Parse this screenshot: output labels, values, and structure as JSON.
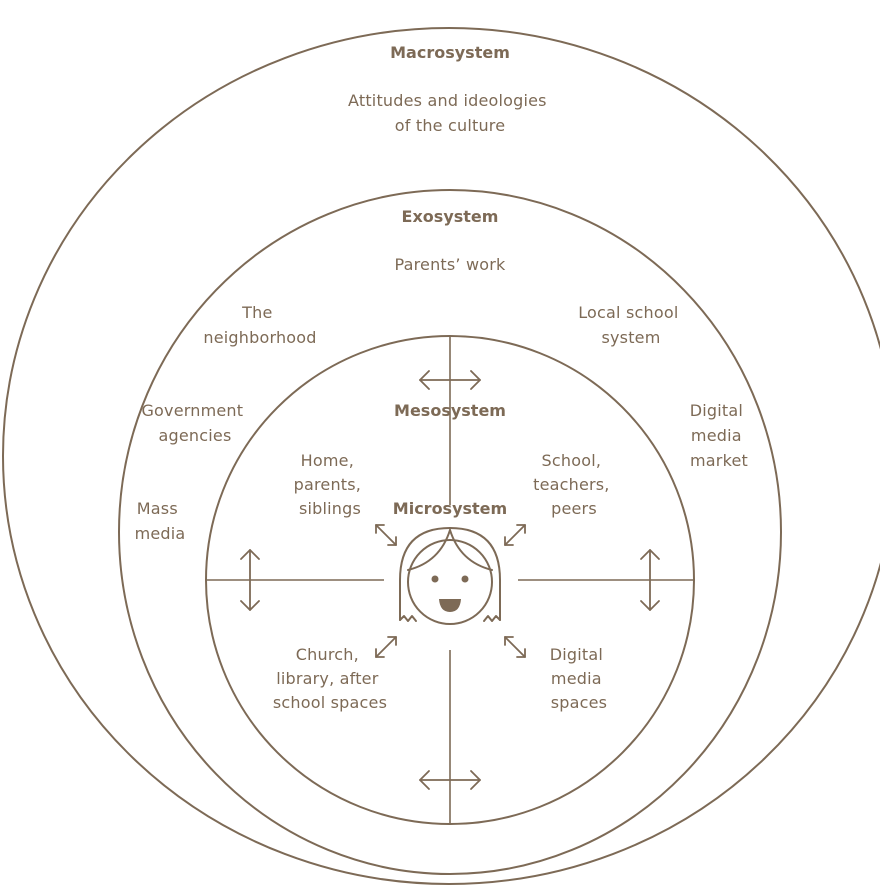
{
  "macrosystem": {
    "title": "Macrosystem",
    "description": [
      "Attitudes and ideologies",
      "of the culture"
    ]
  },
  "exosystem": {
    "title": "Exosystem",
    "items": {
      "parents_work": [
        "Parents’ work"
      ],
      "neighborhood": [
        "The",
        "neighborhood"
      ],
      "local_school": [
        "Local school",
        "system"
      ],
      "government": [
        "Government",
        "agencies"
      ],
      "digital_market": [
        "Digital",
        "media",
        "market"
      ],
      "mass_media": [
        "Mass",
        "media"
      ]
    }
  },
  "mesosystem": {
    "title": "Mesosystem"
  },
  "microsystem": {
    "title": "Microsystem",
    "items": {
      "home": [
        "Home,",
        "parents,",
        "siblings"
      ],
      "school": [
        "School,",
        "teachers,",
        "peers"
      ],
      "church": [
        "Church,",
        "library, after",
        "school spaces"
      ],
      "digital_spaces": [
        "Digital",
        "media",
        "spaces"
      ]
    }
  },
  "colors": {
    "line": "#7d6a56",
    "background": "#ffffff"
  },
  "icons": {
    "center": "child-face-icon",
    "arrows": "double-arrow-icon"
  }
}
